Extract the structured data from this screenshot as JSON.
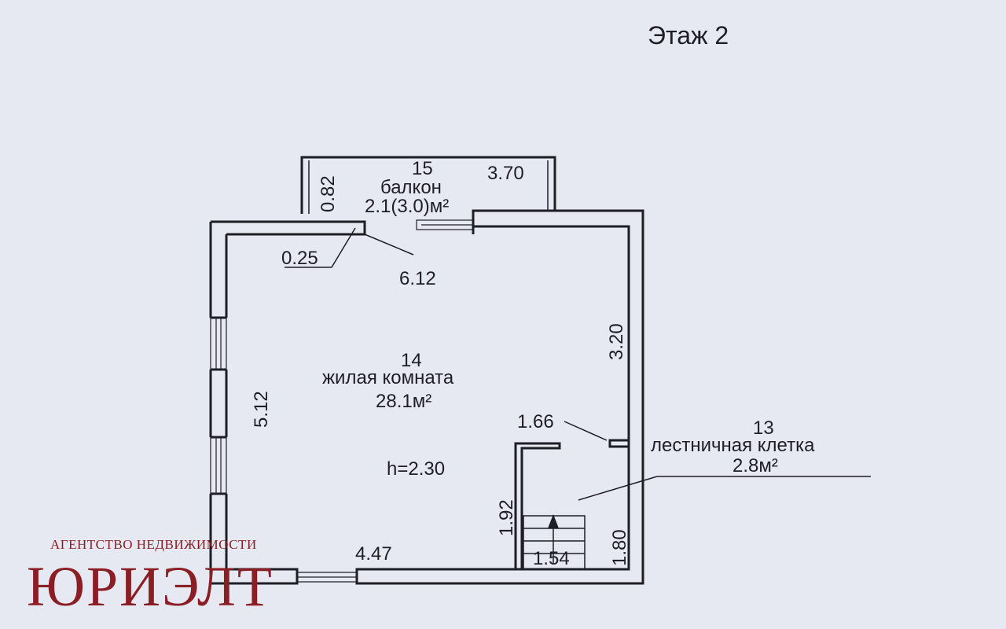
{
  "floor_title": "Этаж 2",
  "rooms": {
    "balcony": {
      "number": "15",
      "name": "балкон",
      "area": "2.1(3.0)м²",
      "width": "3.70",
      "depth": "0.82"
    },
    "living": {
      "number": "14",
      "name": "жилая комната",
      "area": "28.1м²",
      "height": "h=2.30"
    },
    "stair": {
      "number": "13",
      "name": "лестничная клетка",
      "area": "2.8м²"
    }
  },
  "dimensions": {
    "d_025": "0.25",
    "d_612": "6.12",
    "d_320": "3.20",
    "d_512": "5.12",
    "d_166": "1.66",
    "d_192": "1.92",
    "d_447": "4.47",
    "d_154": "1.54",
    "d_180": "1.80"
  },
  "watermark": {
    "subtitle": "АГЕНТСТВО НЕДВИЖИМОСТИ",
    "brand": "ЮРИЭЛТ"
  }
}
